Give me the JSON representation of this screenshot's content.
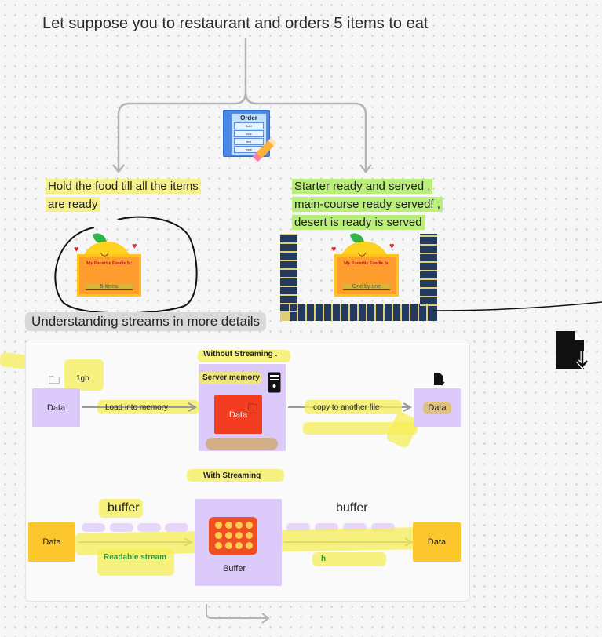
{
  "title": "Let suppose you to restaurant and orders 5 items to eat",
  "order_card": {
    "title": "Order",
    "rows": [
      "Add",
      "your",
      "text",
      "here"
    ]
  },
  "left_note": {
    "line1": "Hold the food till all the items",
    "line2": "are ready"
  },
  "right_note": {
    "line1": "Starter ready and served ,",
    "line2": "main-course ready servedf ,",
    "line3": "desert is ready is served"
  },
  "foodie_left": {
    "card_title": "My Favorite Foodie Is:",
    "value": "5 items"
  },
  "foodie_right": {
    "card_title": "My Favorite Foodie Is:",
    "value": "One by one"
  },
  "section_label": "Understanding streams in more details",
  "without_streaming": {
    "heading": "Without Streaming .",
    "source_label": "Data",
    "source_size": "1gb",
    "step1": "Load into memory",
    "memory_title": "Server memory",
    "memory_inner": "Data",
    "step2": "copy to another file",
    "target_label": "Data"
  },
  "with_streaming": {
    "heading": "With Streaming",
    "left_buffer": "buffer",
    "right_buffer": "buffer",
    "source_label": "Data",
    "readable": "Readable stream",
    "buffer_box": "Buffer",
    "right_note": "h",
    "target_label": "Data"
  },
  "colors": {
    "highlight_yellow": "#f5f08a",
    "highlight_green": "#b9ee7a",
    "purple_box": "#dccbfa",
    "yellow_box": "#fcc62d",
    "red_box": "#f33c20",
    "starry_fabric": "#233a5e"
  },
  "icons": [
    "folder-icon",
    "file-download-icon",
    "server-icon",
    "clipboard-icon",
    "pencil-icon",
    "heart-icon"
  ]
}
